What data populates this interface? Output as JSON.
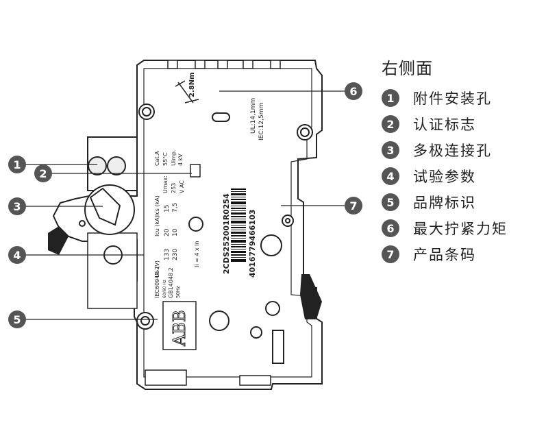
{
  "title": "右侧面",
  "legend": [
    {
      "num": "1",
      "label": "附件安装孔"
    },
    {
      "num": "2",
      "label": "认证标志"
    },
    {
      "num": "3",
      "label": "多极连接孔"
    },
    {
      "num": "4",
      "label": "试验参数"
    },
    {
      "num": "5",
      "label": "品牌标识"
    },
    {
      "num": "6",
      "label": "最大拧紧力矩"
    },
    {
      "num": "7",
      "label": "产品条码"
    }
  ],
  "device": {
    "torque": "2.8Nm",
    "cert_text": [
      "Cat.A",
      "55°C",
      "Uimp.",
      "4 kV",
      "Umax:",
      "253",
      "V AC"
    ],
    "ul_text": [
      "UL:14,1mm",
      "IEC:12,5mm"
    ],
    "standards": [
      "IEC60947-2",
      "60/60 Hz",
      "GB14048.2",
      "50Hz"
    ],
    "table_headers": [
      "Ue (V)",
      "Icu (kA)",
      "Ics (kA)"
    ],
    "table_row1": [
      "133",
      "20",
      "15"
    ],
    "table_row2": [
      "230",
      "10",
      "7,5"
    ],
    "ii_text": "Ii = 4 x In",
    "product_code": "2CDS252001R0254",
    "barcode_number": "4016779466103",
    "brand": "ABB"
  }
}
